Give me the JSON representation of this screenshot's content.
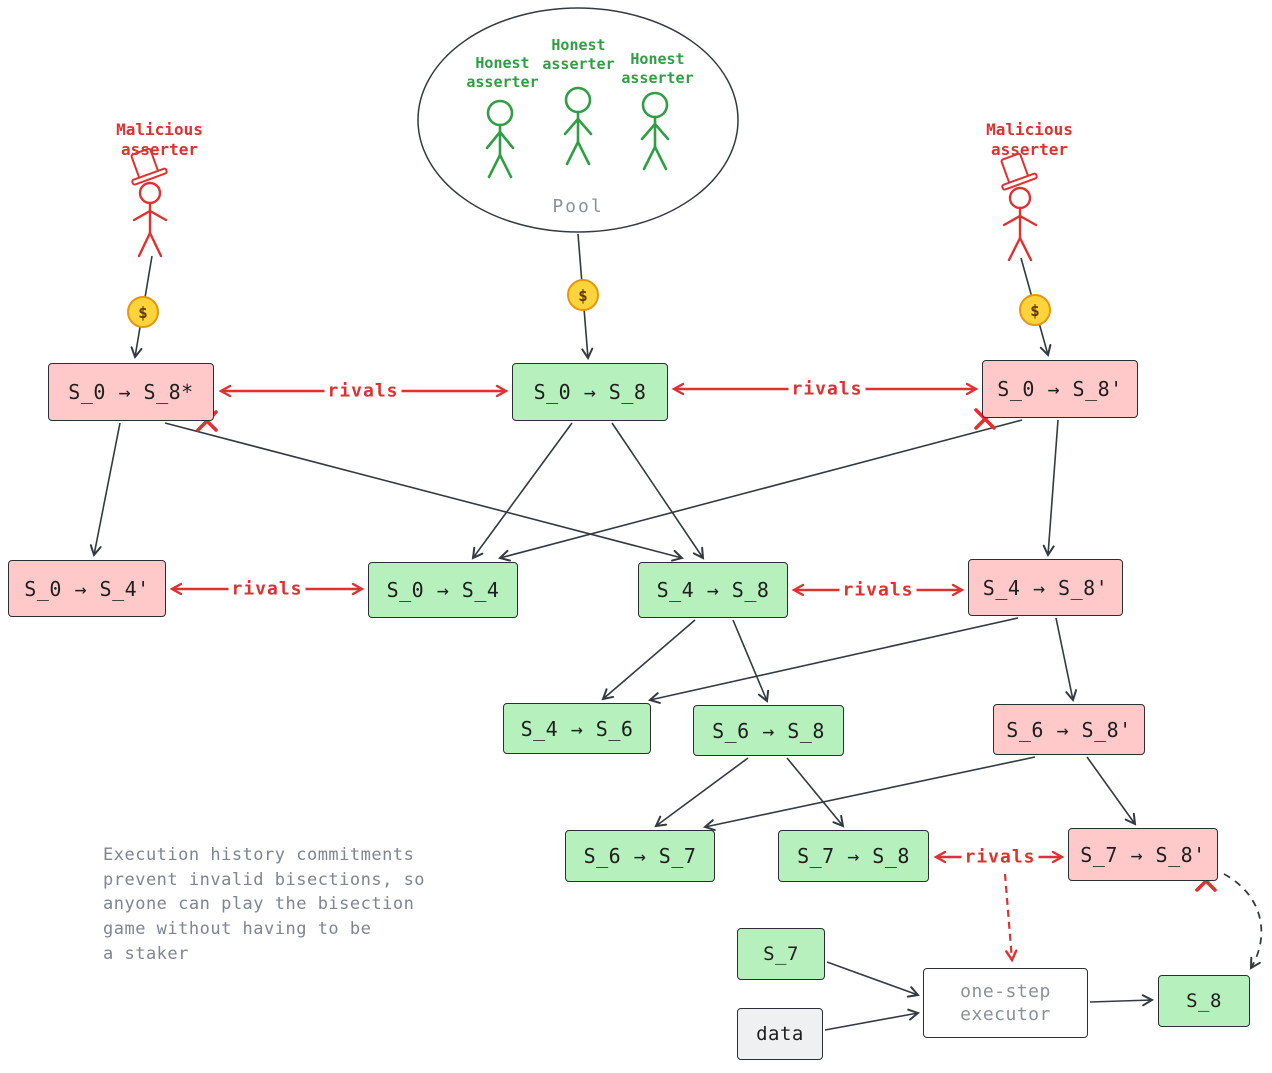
{
  "pool": {
    "label": "Pool",
    "asserters": [
      {
        "label": "Honest asserter"
      },
      {
        "label": "Honest asserter"
      },
      {
        "label": "Honest asserter"
      }
    ]
  },
  "malicious": {
    "left_label": "Malicious asserter",
    "right_label": "Malicious asserter"
  },
  "coin_symbol": "$",
  "rivals_label": "rivals",
  "nodes": {
    "s0_s8_star": "S_0 → S_8*",
    "s0_s8": "S_0 → S_8",
    "s0_s8p": "S_0 → S_8'",
    "s0_s4p": "S_0 → S_4'",
    "s0_s4": "S_0 → S_4",
    "s4_s8": "S_4 → S_8",
    "s4_s8p": "S_4 → S_8'",
    "s4_s6": "S_4 → S_6",
    "s6_s8": "S_6 → S_8",
    "s6_s8p": "S_6 → S_8'",
    "s6_s7": "S_6 → S_7",
    "s7_s8": "S_7 → S_8",
    "s7_s8p": "S_7 → S_8'",
    "s7": "S_7",
    "data": "data",
    "s8": "S_8",
    "executor": "one-step\nexecutor"
  },
  "note": "Execution history commitments\nprevent invalid bisections, so\nanyone can play the bisection\ngame without having to be\na staker",
  "colors": {
    "green_fill": "#b5f0bd",
    "pink_fill": "#ffc9c9",
    "red": "#e03131",
    "green_text": "#2f9e44",
    "dark": "#343a40",
    "gray_text": "#7d8590",
    "coin_fill": "#ffd43b"
  }
}
